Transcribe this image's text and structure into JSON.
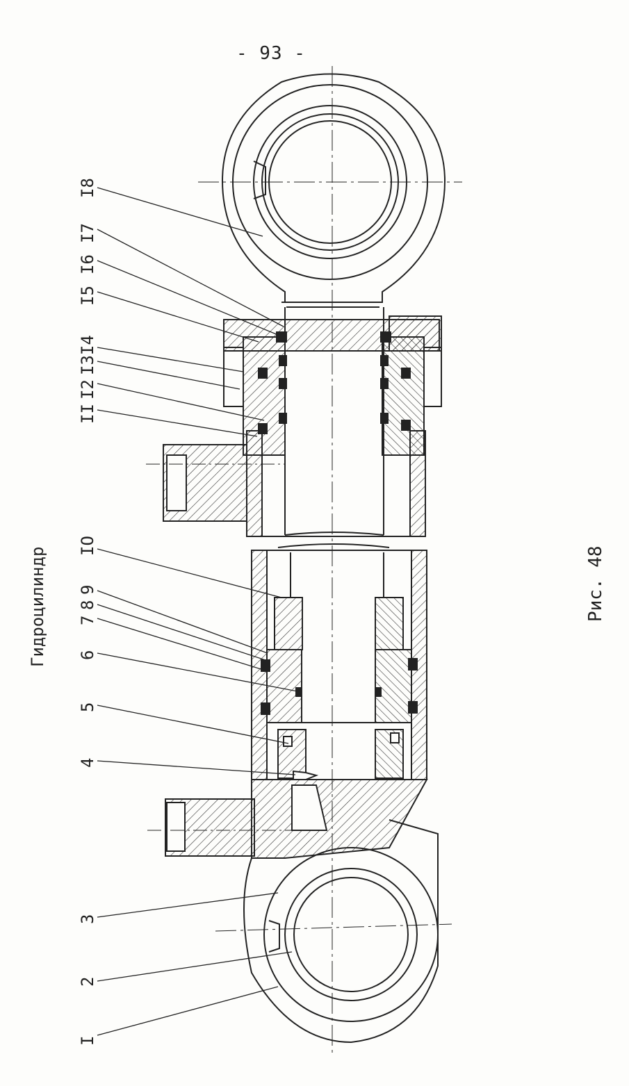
{
  "page": {
    "number": "- 93 -",
    "title": "Гидроцилиндр",
    "caption": "Рис. 48"
  },
  "callouts": [
    "I",
    "2",
    "3",
    "4",
    "5",
    "6",
    "7",
    "8",
    "9",
    "IO",
    "II",
    "I2",
    "I3I4",
    "I5",
    "I6",
    "I7",
    "I8"
  ]
}
